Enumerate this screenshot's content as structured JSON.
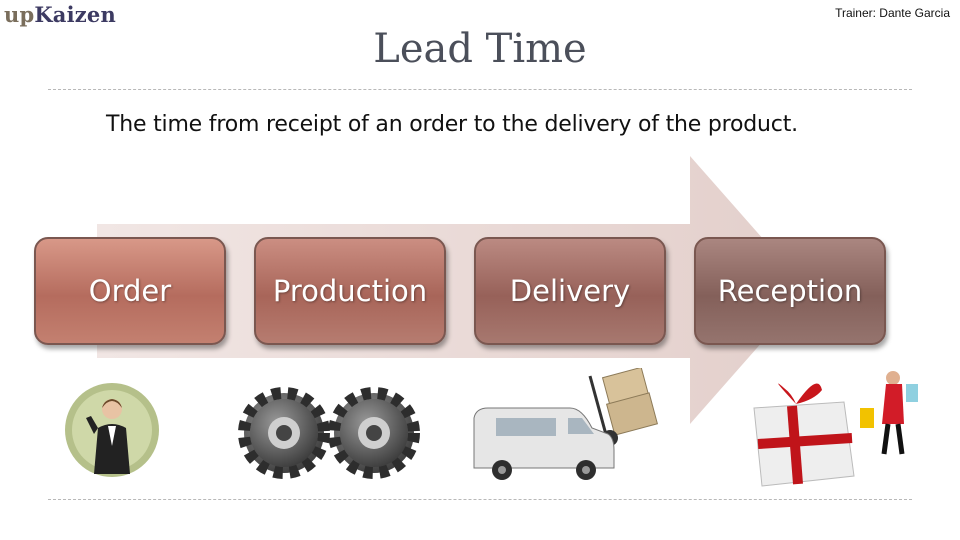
{
  "header": {
    "logo_prefix": "up",
    "logo_main": "Kaizen",
    "trainer": "Trainer: Dante Garcia"
  },
  "title": "Lead Time",
  "subtitle": "The time from receipt of an order to the delivery of the product.",
  "steps": [
    {
      "label": "Order",
      "icon": "customer-service-person-icon"
    },
    {
      "label": "Production",
      "icon": "gears-icon"
    },
    {
      "label": "Delivery",
      "icon": "delivery-van-icon"
    },
    {
      "label": "Reception",
      "icon": "gift-box-icon"
    }
  ],
  "colors": {
    "box_base": "#b56c5e",
    "arrow": "#e9d6d3",
    "title": "#4b4f5a",
    "logo": "#3c3a62"
  }
}
